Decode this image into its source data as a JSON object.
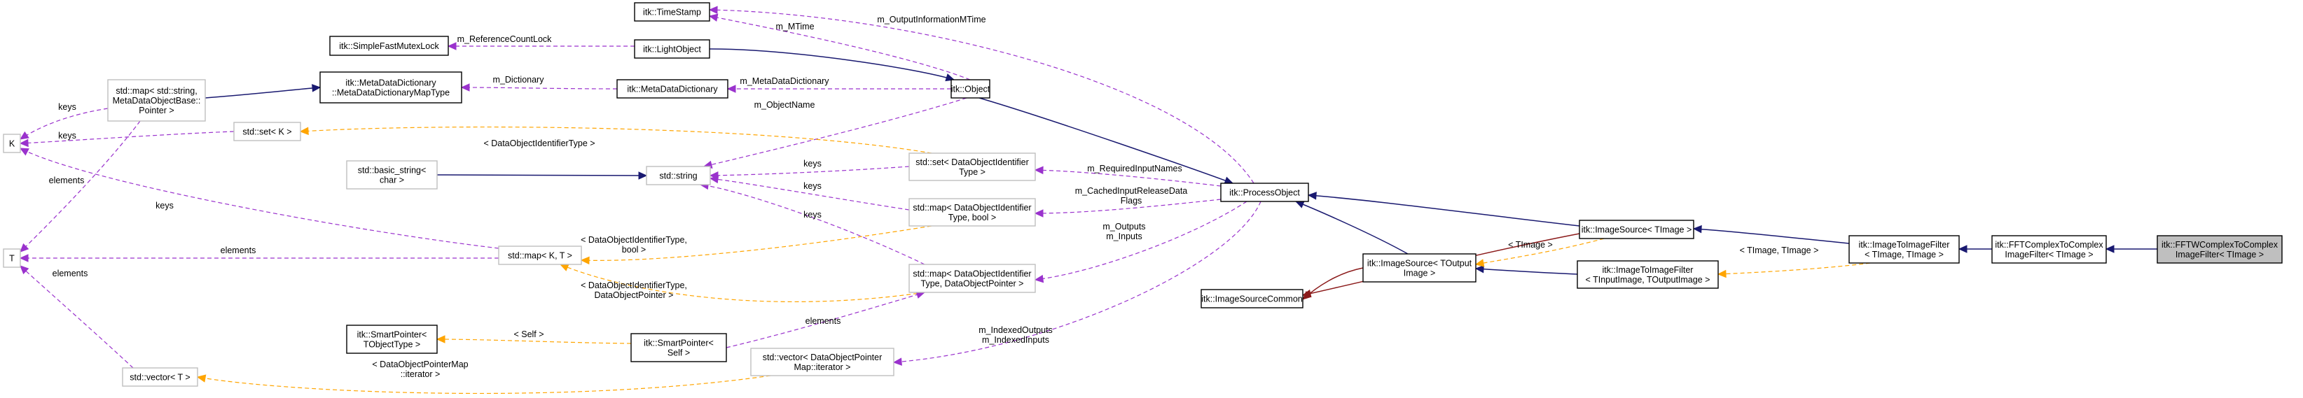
{
  "diagram": {
    "nodes": [
      {
        "id": "timestamp",
        "lines": [
          "itk::TimeStamp"
        ],
        "style": "solid"
      },
      {
        "id": "lightobject",
        "lines": [
          "itk::LightObject"
        ],
        "style": "solid"
      },
      {
        "id": "simplefastmutexlock",
        "lines": [
          "itk::SimpleFastMutexLock"
        ],
        "style": "solid"
      },
      {
        "id": "metadatadictionarymaptype",
        "lines": [
          "itk::MetaDataDictionary",
          "::MetaDataDictionaryMapType"
        ],
        "style": "solid"
      },
      {
        "id": "metadatadictionary",
        "lines": [
          "itk::MetaDataDictionary"
        ],
        "style": "solid"
      },
      {
        "id": "object",
        "lines": [
          "itk::Object"
        ],
        "style": "solid"
      },
      {
        "id": "map_string",
        "lines": [
          "std::map< std::string,",
          "MetaDataObjectBase::",
          "Pointer >"
        ],
        "style": "grey"
      },
      {
        "id": "k",
        "lines": [
          "K"
        ],
        "style": "grey"
      },
      {
        "id": "set_k",
        "lines": [
          "std::set< K >"
        ],
        "style": "grey"
      },
      {
        "id": "basic_string",
        "lines": [
          "std::basic_string<",
          "char >"
        ],
        "style": "grey"
      },
      {
        "id": "string",
        "lines": [
          "std::string"
        ],
        "style": "grey"
      },
      {
        "id": "set_doit",
        "lines": [
          "std::set< DataObjectIdentifier",
          "Type >"
        ],
        "style": "grey"
      },
      {
        "id": "map_doit_bool",
        "lines": [
          "std::map< DataObjectIdentifier",
          "Type, bool >"
        ],
        "style": "grey"
      },
      {
        "id": "processobject",
        "lines": [
          "itk::ProcessObject"
        ],
        "style": "solid"
      },
      {
        "id": "t",
        "lines": [
          "T"
        ],
        "style": "grey"
      },
      {
        "id": "map_kt",
        "lines": [
          "std::map< K, T >"
        ],
        "style": "grey"
      },
      {
        "id": "map_doit_dop",
        "lines": [
          "std::map< DataObjectIdentifier",
          "Type, DataObjectPointer >"
        ],
        "style": "grey"
      },
      {
        "id": "imagesourcecommon",
        "lines": [
          "itk::ImageSourceCommon"
        ],
        "style": "solid"
      },
      {
        "id": "imagesource_toutput",
        "lines": [
          "itk::ImageSource< TOutput",
          "Image >"
        ],
        "style": "solid"
      },
      {
        "id": "imagesource_timage",
        "lines": [
          "itk::ImageSource< TImage >"
        ],
        "style": "solid"
      },
      {
        "id": "imagetoimagefilter_tin",
        "lines": [
          "itk::ImageToImageFilter",
          "< TInputImage, TOutputImage >"
        ],
        "style": "solid"
      },
      {
        "id": "imagetoimagefilter_timage",
        "lines": [
          "itk::ImageToImageFilter",
          "< TImage, TImage >"
        ],
        "style": "solid"
      },
      {
        "id": "fftcomplextocomplex",
        "lines": [
          "itk::FFTComplexToComplex",
          "ImageFilter< TImage >"
        ],
        "style": "solid"
      },
      {
        "id": "fftwcomplextocomplex",
        "lines": [
          "itk::FFTWComplexToComplex",
          "ImageFilter< TImage >"
        ],
        "style": "focus"
      },
      {
        "id": "smartpointer_tobj",
        "lines": [
          "itk::SmartPointer<",
          "TObjectType >"
        ],
        "style": "solid"
      },
      {
        "id": "smartpointer_self",
        "lines": [
          "itk::SmartPointer<",
          "Self >"
        ],
        "style": "solid"
      },
      {
        "id": "vector_t",
        "lines": [
          "std::vector< T >"
        ],
        "style": "grey"
      },
      {
        "id": "vector_dopm",
        "lines": [
          "std::vector< DataObjectPointer",
          "Map::iterator >"
        ],
        "style": "grey"
      }
    ],
    "edges": [
      {
        "id": "lightobject-object",
        "kind": "inherit",
        "lines": []
      },
      {
        "id": "object-processobject",
        "kind": "inherit",
        "lines": []
      },
      {
        "id": "mdm-mdd",
        "kind": "inherit",
        "lines": []
      },
      {
        "id": "basicstring-string",
        "kind": "inherit",
        "lines": []
      },
      {
        "id": "processobject-imagesource_timage",
        "kind": "inherit",
        "lines": []
      },
      {
        "id": "processobject-imagesource_toutput",
        "kind": "inherit",
        "lines": []
      },
      {
        "id": "isc-imagesource_timage",
        "kind": "protected",
        "lines": []
      },
      {
        "id": "isc-imagesource_toutput",
        "kind": "protected",
        "lines": []
      },
      {
        "id": "imagesource_timage-itif_timage",
        "kind": "inherit",
        "lines": []
      },
      {
        "id": "imagesource_toutput-itif_tin",
        "kind": "inherit",
        "lines": []
      },
      {
        "id": "itif_timage-fftc2c",
        "kind": "inherit",
        "lines": []
      },
      {
        "id": "fftc2c-fftw",
        "kind": "inherit",
        "lines": []
      },
      {
        "id": "timestamp-object",
        "kind": "usage",
        "lines": [
          "m_MTime"
        ]
      },
      {
        "id": "timestamp-processobject",
        "kind": "usage",
        "lines": [
          "m_OutputInformationMTime"
        ]
      },
      {
        "id": "mutex-lightobject",
        "kind": "usage",
        "lines": [
          "m_ReferenceCountLock"
        ]
      },
      {
        "id": "mdm-mddict",
        "kind": "usage",
        "lines": [
          "m_Dictionary"
        ]
      },
      {
        "id": "mddict-object",
        "kind": "usage",
        "lines": [
          "m_MetaDataDictionary"
        ]
      },
      {
        "id": "string-object",
        "kind": "usage",
        "lines": [
          "m_ObjectName"
        ]
      },
      {
        "id": "k-mapstring",
        "kind": "usage",
        "lines": [
          "keys"
        ]
      },
      {
        "id": "k-setk",
        "kind": "usage",
        "lines": [
          "keys"
        ]
      },
      {
        "id": "k-mapkt",
        "kind": "usage",
        "lines": [
          "keys"
        ]
      },
      {
        "id": "t-mapstring",
        "kind": "usage",
        "lines": [
          "elements"
        ]
      },
      {
        "id": "t-mapkt",
        "kind": "usage",
        "lines": [
          "elements"
        ]
      },
      {
        "id": "t-vector",
        "kind": "usage",
        "lines": [
          "elements"
        ]
      },
      {
        "id": "setk-setdoit",
        "kind": "template",
        "lines": [
          "< DataObjectIdentifierType >"
        ]
      },
      {
        "id": "string-setdoit",
        "kind": "usage",
        "lines": [
          "keys"
        ]
      },
      {
        "id": "string-mapdoitbool",
        "kind": "usage",
        "lines": [
          "keys"
        ]
      },
      {
        "id": "string-mapdoitdop",
        "kind": "usage",
        "lines": [
          "keys"
        ]
      },
      {
        "id": "setdoit-processobject",
        "kind": "usage",
        "lines": [
          "m_RequiredInputNames"
        ]
      },
      {
        "id": "mapdoitbool-processobject",
        "kind": "usage",
        "lines": [
          "m_CachedInputReleaseData",
          "Flags"
        ]
      },
      {
        "id": "mapkt-mapdoitbool",
        "kind": "template",
        "lines": [
          "< DataObjectIdentifierType,",
          "bool >"
        ]
      },
      {
        "id": "mapkt-mapdoitdop",
        "kind": "template",
        "lines": [
          "< DataObjectIdentifierType,",
          "DataObjectPointer >"
        ]
      },
      {
        "id": "mapdoitdop-processobject",
        "kind": "usage",
        "lines": [
          "m_Outputs",
          "m_Inputs"
        ]
      },
      {
        "id": "smartptr-smartself",
        "kind": "template",
        "lines": [
          "< Self >"
        ]
      },
      {
        "id": "smartself-mapdoitdop",
        "kind": "usage",
        "lines": [
          "elements"
        ]
      },
      {
        "id": "vector-vectordopm",
        "kind": "template",
        "lines": [
          "< DataObjectPointerMap",
          "::iterator >"
        ]
      },
      {
        "id": "vectordopm-processobject",
        "kind": "usage",
        "lines": [
          "m_IndexedOutputs",
          "m_IndexedInputs"
        ]
      },
      {
        "id": "imagesource_toutput-imagesource_timage",
        "kind": "template",
        "lines": [
          "< TImage >"
        ]
      },
      {
        "id": "itif_tin-itif_timage",
        "kind": "template",
        "lines": [
          "< TImage, TImage >"
        ]
      }
    ]
  }
}
